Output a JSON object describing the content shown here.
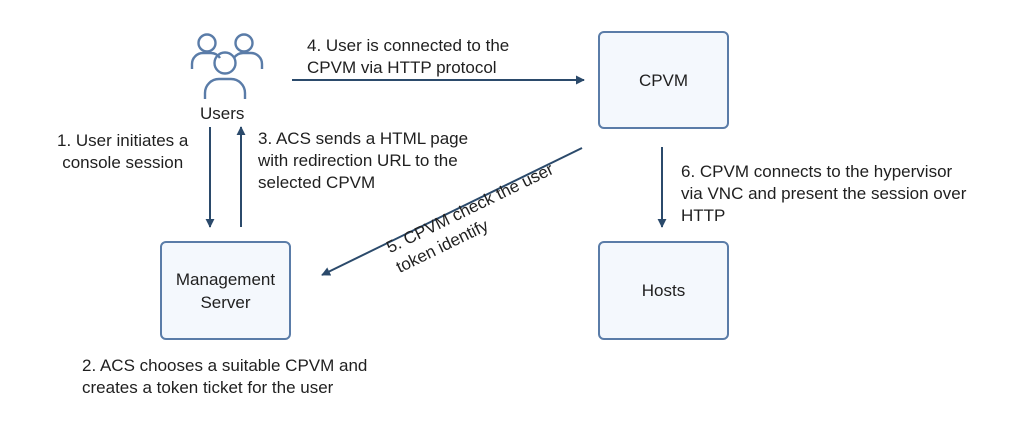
{
  "colors": {
    "accent": "#5a7ca8",
    "arrow": "#2b4a6b",
    "box_fill": "#f4f8fd",
    "text": "#1f1f1f"
  },
  "icon": "users-icon",
  "nodes": {
    "users": "Users",
    "management": "Management\nServer",
    "cpvm": "CPVM",
    "hosts": "Hosts"
  },
  "steps": {
    "step1": "1. User initiates a\nconsole session",
    "step2": "2. ACS chooses a suitable CPVM and\ncreates a token ticket for the user",
    "step3": "3. ACS sends a HTML page\nwith redirection URL to the\nselected CPVM",
    "step4": "4. User is connected to the\nCPVM via HTTP protocol",
    "step5": "5. CPVM check the user\ntoken identify",
    "step6": "6. CPVM connects to the hypervisor\nvia VNC and present the session over\nHTTP"
  }
}
